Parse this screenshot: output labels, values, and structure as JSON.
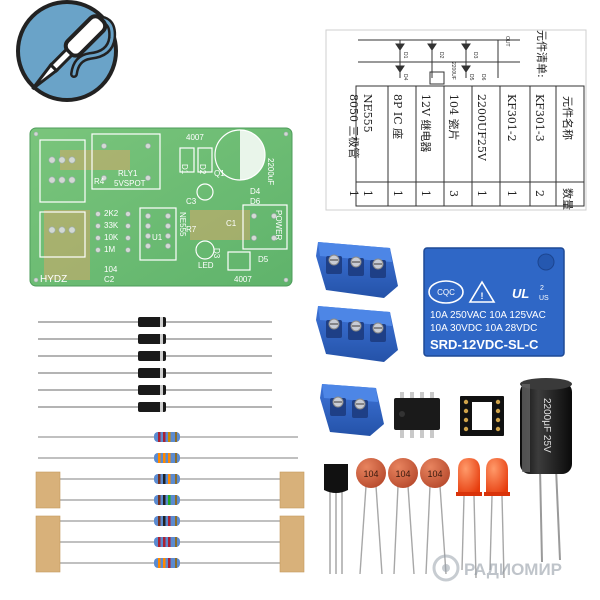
{
  "watermark": {
    "text": "РАДИОМИР"
  },
  "parts_list": {
    "header": "元件清单:",
    "name_col": "元件名称",
    "qty_col": "数量",
    "rows": [
      {
        "name": "KF301-3",
        "qty": "2"
      },
      {
        "name": "KF301-2",
        "qty": "1"
      },
      {
        "name": "2200UF25V",
        "qty": "1"
      },
      {
        "name": "104 瓷片",
        "qty": "3"
      },
      {
        "name": "12V 继电器",
        "qty": "1"
      },
      {
        "name": "8P IC 座",
        "qty": "1"
      },
      {
        "name": "NE555",
        "qty": "1"
      },
      {
        "name": "8050 三极管",
        "qty": "1"
      }
    ],
    "schematic_labels": [
      "D1",
      "D2",
      "D3",
      "D4",
      "D5",
      "D6",
      "OUT",
      "2200UF"
    ]
  },
  "pcb": {
    "labels": [
      "4007",
      "R4",
      "RLY1",
      "5VSPOT",
      "2K2",
      "33K",
      "10K",
      "1M",
      "104",
      "C2",
      "U1",
      "NE555",
      "HYDZ",
      "POWER",
      "2200uF",
      "LED",
      "4007",
      "D1",
      "D2",
      "D3",
      "D4",
      "D5",
      "D6",
      "R7",
      "Q1",
      "C3",
      "C1"
    ]
  },
  "relay": {
    "brand": "CQC",
    "ul": "UL",
    "rating1": "10A 250VAC  10A 125VAC",
    "rating2": "10A  30VDC  10A  28VDC",
    "model": "SRD-12VDC-SL-C"
  },
  "capacitor": {
    "text": "2200μF 25V"
  },
  "ceramic_caps": [
    "104",
    "104",
    "104"
  ]
}
